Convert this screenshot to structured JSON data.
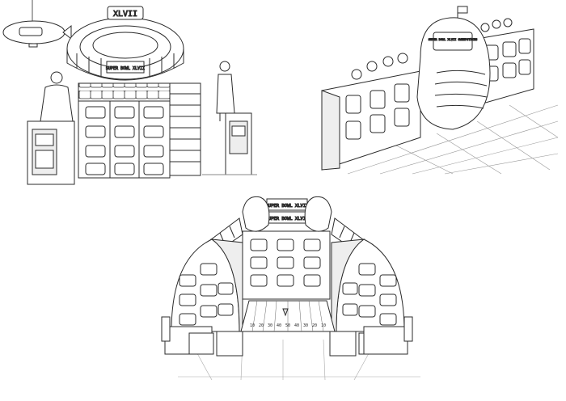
{
  "stadium_display": {
    "banner_text": "XLVII",
    "marquee_text": "SUPER BOWL XLVII",
    "blimp_label": ""
  },
  "helmet_display": {
    "sign_text": "SUPER BOWL XLVII SWEEPSTAKES"
  },
  "field_display": {
    "header_top": "SUPER BOWL XLVII",
    "header_bottom": "SUPER BOWL XLVII",
    "yard_lines": [
      "10",
      "20",
      "30",
      "40",
      "50",
      "40",
      "30",
      "20",
      "10"
    ]
  },
  "colors": {
    "ink": "#2b2b2b",
    "paper": "#ffffff",
    "shade": "#d9d9d9"
  }
}
